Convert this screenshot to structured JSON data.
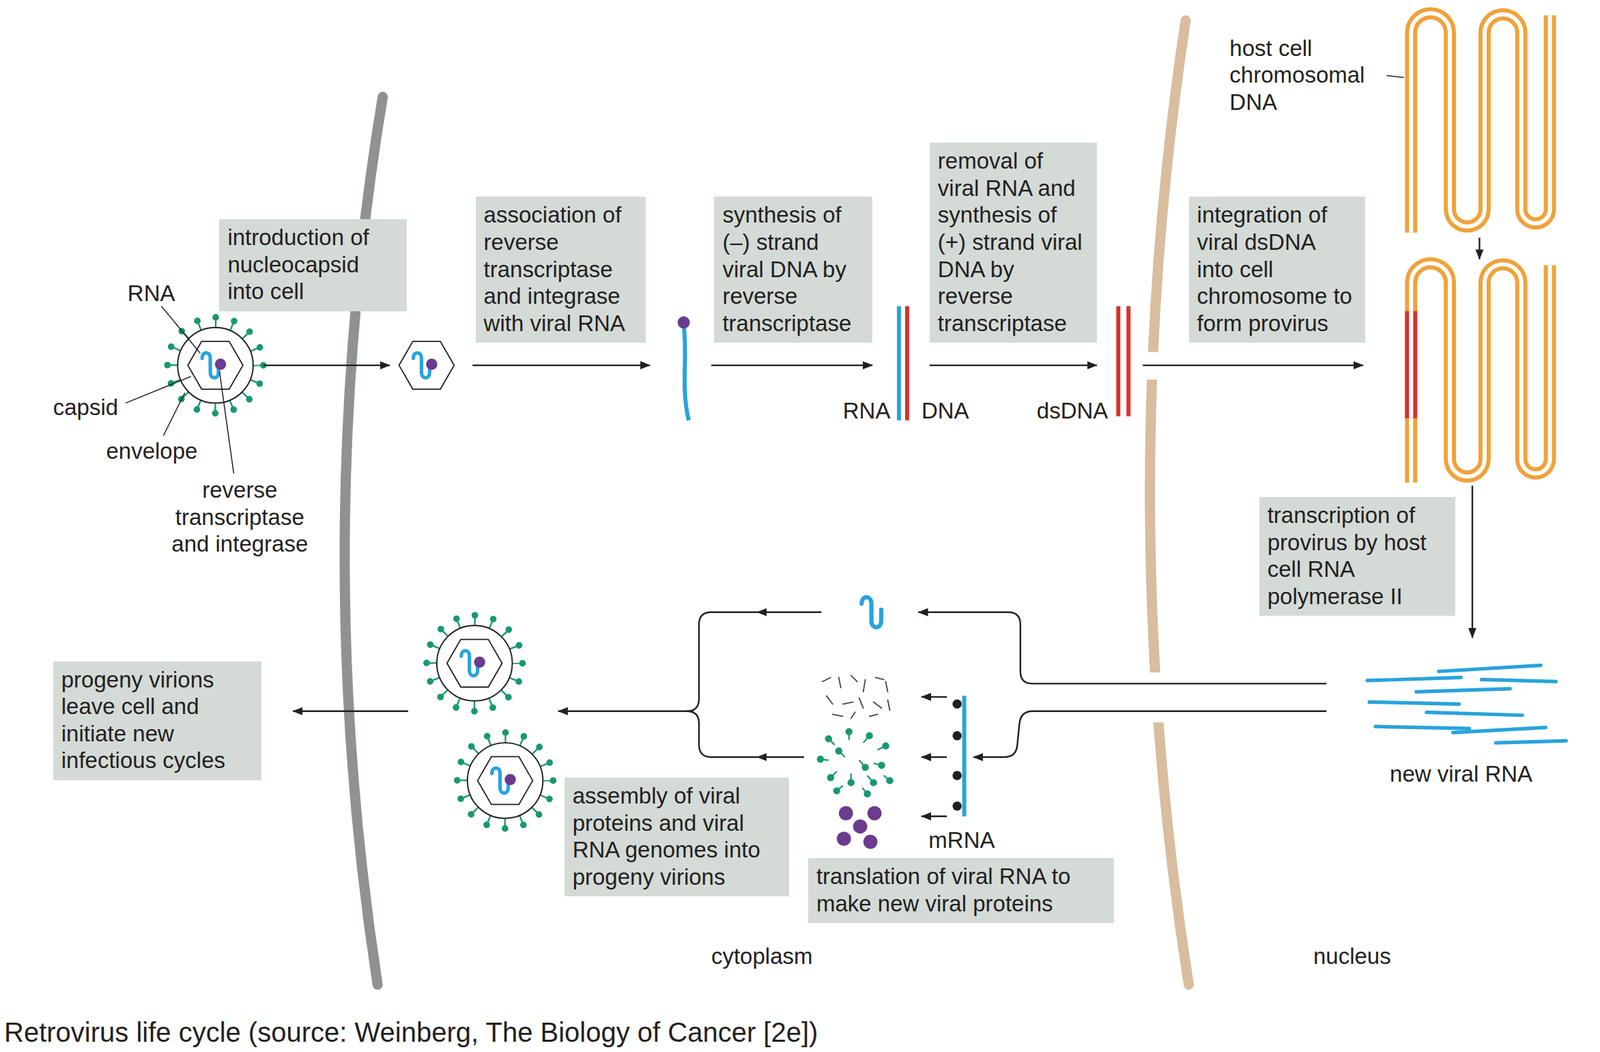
{
  "diagram": {
    "caption": "Retrovirus life cycle (source: Weinberg, The Biology of Cancer [2e])",
    "nodes": [
      {
        "text": [
          "introduction of nucleocapsid into cell"
        ]
      },
      {
        "text": [
          "association of reverse transcriptase and integrase with viral RNA"
        ]
      },
      {
        "text": [
          "synthesis of (–) strand viral DNA by reverse transcriptase"
        ]
      },
      {
        "text": [
          "removal of viral RNA and synthesis of (+) strand viral DNA by reverse transcriptase"
        ]
      },
      {
        "text": [
          "integration of viral dsDNA into cell chromosome to form provirus"
        ]
      },
      {
        "text": [
          "transcription of provirus by host cell RNA polymerase II"
        ]
      },
      {
        "text": [
          "progeny virions leave cell and initiate new infectious cycles"
        ]
      },
      {
        "text": [
          "assembly of viral proteins and viral RNA genomes into progeny virions"
        ]
      },
      {
        "text": [
          "translation of viral RNA to make new viral proteins"
        ]
      }
    ],
    "labels": [
      "host cell chromosomal DNA",
      "RNA",
      "capsid",
      "RNA",
      "DNA",
      "dsDNA",
      "envelope",
      "reverse transcriptase and integrase",
      "new viral RNA",
      "mRNA",
      "cytoplasm",
      "nucleus"
    ]
  }
}
